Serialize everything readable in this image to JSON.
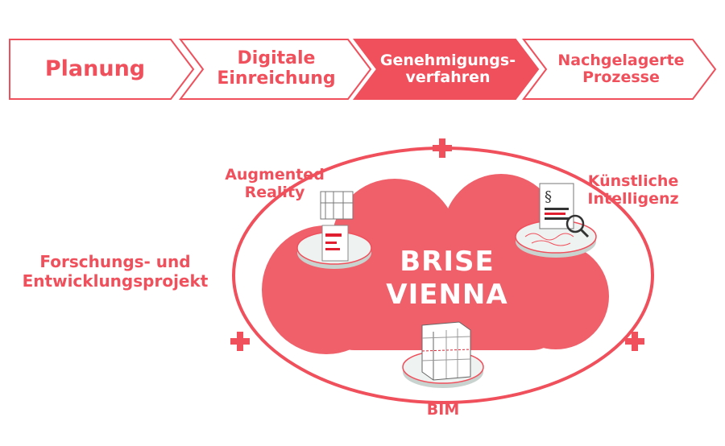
{
  "process": {
    "steps": [
      {
        "label": "Planung"
      },
      {
        "label": "Digitale\nEinreichung"
      },
      {
        "label": "Genehmigungs-\nverfahren"
      },
      {
        "label": "Nachgelagerte\nProzesse"
      }
    ],
    "active_index": 2
  },
  "project_label": "Forschungs- und\nEntwicklungsprojekt",
  "cloud": {
    "title_line1": "BRISE",
    "title_line2": "VIENNA"
  },
  "components": {
    "ar": "Augmented\nReality",
    "ai": "Künstliche\nIntelligenz",
    "bim": "BIM"
  },
  "colors": {
    "accent": "#f0505c",
    "cloud": "#f0606a",
    "white": "#ffffff",
    "platform": "#dfe6e4"
  }
}
